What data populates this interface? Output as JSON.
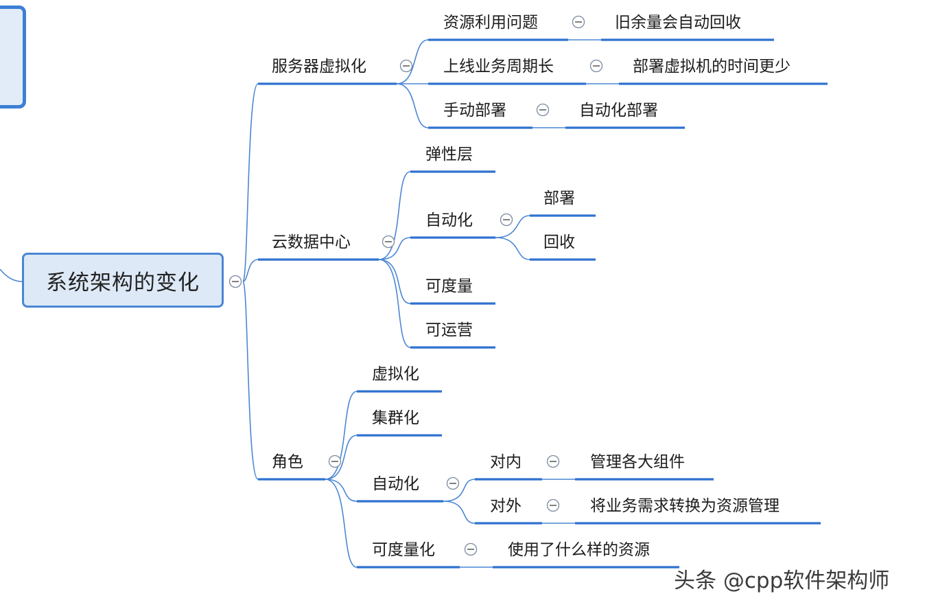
{
  "root": {
    "label": "系统架构的变化"
  },
  "branches": {
    "server_virtualization": {
      "label": "服务器虚拟化",
      "items": [
        {
          "label": "资源利用问题",
          "result": "旧余量会自动回收"
        },
        {
          "label": "上线业务周期长",
          "result": "部署虚拟机的时间更少"
        },
        {
          "label": "手动部署",
          "result": "自动化部署"
        }
      ]
    },
    "cloud_datacenter": {
      "label": "云数据中心",
      "items": [
        {
          "label": "弹性层"
        },
        {
          "label": "自动化",
          "children": [
            "部署",
            "回收"
          ]
        },
        {
          "label": "可度量"
        },
        {
          "label": "可运营"
        }
      ]
    },
    "role": {
      "label": "角色",
      "items": [
        {
          "label": "虚拟化"
        },
        {
          "label": "集群化"
        },
        {
          "label": "自动化",
          "children": [
            {
              "label": "对内",
              "result": "管理各大组件"
            },
            {
              "label": "对外",
              "result": "将业务需求转换为资源管理"
            }
          ]
        },
        {
          "label": "可度量化",
          "result": "使用了什么样的资源"
        }
      ]
    }
  },
  "collapse_glyph": "⊖",
  "watermark": "头条 @cpp软件架构师",
  "colors": {
    "line": "#4a86d4",
    "underline": "#2f72d0",
    "root_fill": "#dde9f7",
    "root_border": "#4a86d4"
  }
}
